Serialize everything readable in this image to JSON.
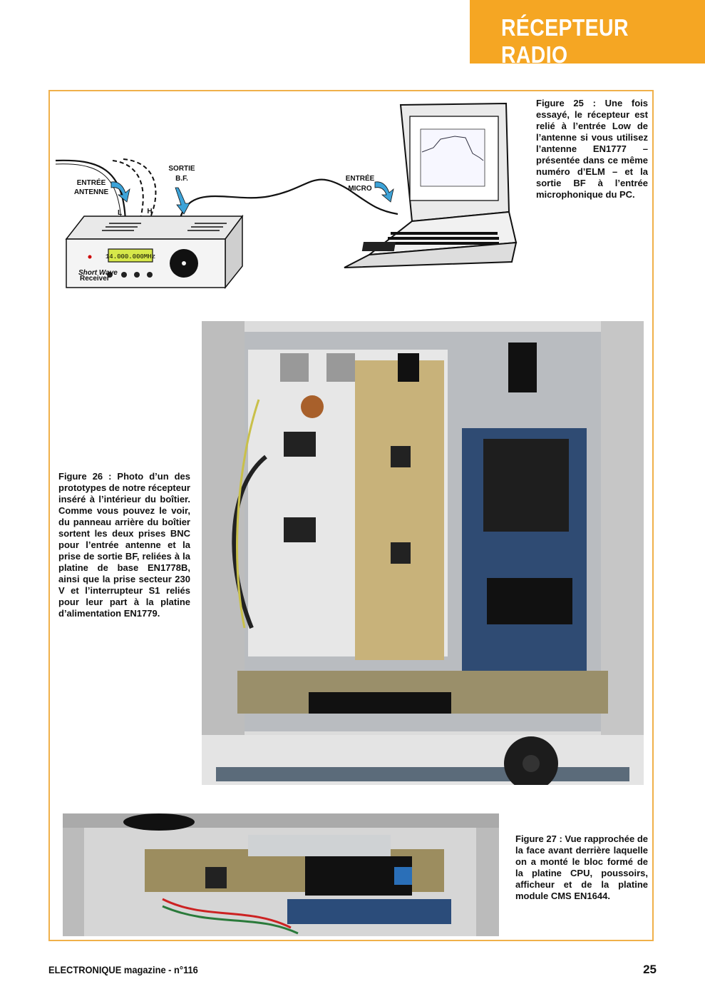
{
  "header": {
    "section_title": "RÉCEPTEUR RADIO",
    "accent_color": "#f5a623"
  },
  "figure25": {
    "caption": "Figure 25 : Une fois essayé, le récepteur est relié à l’entrée Low de l’antenne si vous utilisez l’antenne EN1777 – présentée dans ce même numéro d’ELM – et la sortie BF à l’entrée microphonique du PC.",
    "labels": {
      "entree_antenne_1": "ENTRÉE",
      "entree_antenne_2": "ANTENNE",
      "sortie_1": "SORTIE",
      "sortie_2": "B.F.",
      "entree_micro_1": "ENTRÉE",
      "entree_micro_2": "MICRO",
      "low": "L",
      "high": "H",
      "display": "14.000.000MHz",
      "brand_1": "Short Wave",
      "brand_2": "Receiver"
    }
  },
  "figure26": {
    "caption": "Figure 26 : Photo d’un des prototypes de notre récepteur inséré à l’intérieur du boîtier. Comme vous pouvez le voir, du panneau arrière du boîtier sortent les deux prises BNC pour l’entrée antenne et la prise de sortie BF, reliées à la platine de base EN1778B, ainsi que la prise secteur 230 V et l’interrupteur S1 reliés pour leur part à la platine d’alimentation EN1779."
  },
  "figure27": {
    "caption": "Figure 27 : Vue rapprochée de la face avant derrière laquelle on a monté le bloc formé de la platine CPU, poussoirs, afficheur et de la platine module CMS EN1644."
  },
  "footer": {
    "magazine": "ELECTRONIQUE magazine - n°116",
    "page_number": "25"
  }
}
